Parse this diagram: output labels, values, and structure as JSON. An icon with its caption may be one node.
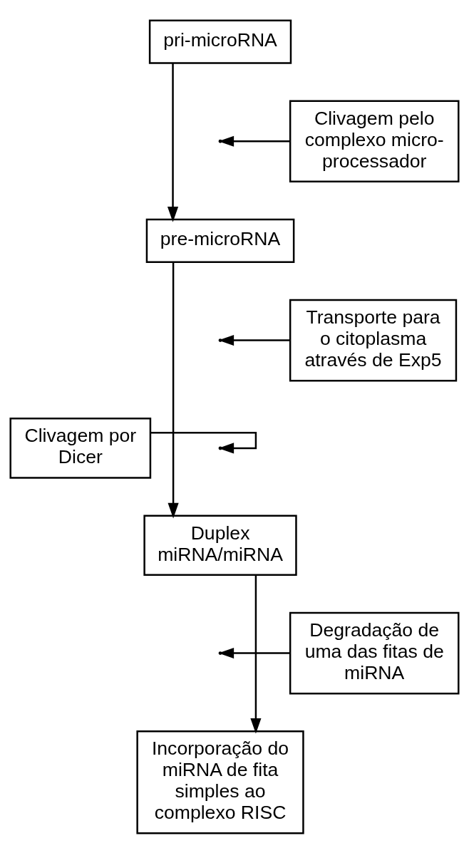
{
  "diagram": {
    "nodes": [
      {
        "text": [
          "pri-microRNA"
        ]
      },
      {
        "text": [
          "Clivagem pelo complexo micro-processador"
        ]
      },
      {
        "text": [
          "pre-microRNA"
        ]
      },
      {
        "text": [
          "Transporte para o citoplasma através de Exp5"
        ]
      },
      {
        "text": [
          "Clivagem por Dicer"
        ]
      },
      {
        "text": [
          "Duplex miRNA/miRNA"
        ]
      },
      {
        "text": [
          "Degradação de uma das fitas de miRNA"
        ]
      },
      {
        "text": [
          "Incorporação do miRNA de fita simples ao complexo RISC"
        ]
      }
    ],
    "edges": [
      {
        "from": 0,
        "to": 2,
        "arrow": "to"
      },
      {
        "from": 1,
        "to": null,
        "arrow": "to"
      },
      {
        "from": 2,
        "to": 5,
        "arrow": "to"
      },
      {
        "from": 3,
        "to": null,
        "arrow": "to"
      },
      {
        "from": 4,
        "to": null,
        "arrow": "to"
      },
      {
        "from": 5,
        "to": 7,
        "arrow": "to"
      },
      {
        "from": 6,
        "to": null,
        "arrow": "to"
      }
    ]
  }
}
